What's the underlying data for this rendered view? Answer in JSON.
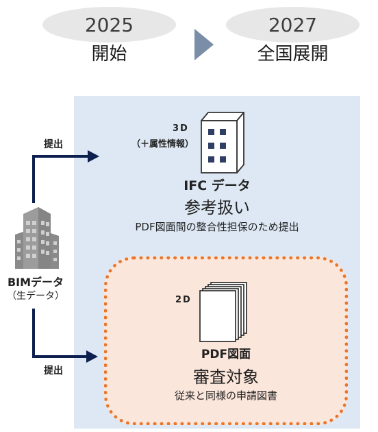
{
  "timeline": {
    "start": {
      "year": "2025",
      "label": "開始"
    },
    "end": {
      "year": "2027",
      "label": "全国展開"
    }
  },
  "source": {
    "title": "BIMデータ",
    "subtitle": "（生データ）"
  },
  "arrows": {
    "top_label": "提出",
    "bottom_label": "提出"
  },
  "ifc": {
    "dimension": "3D",
    "attribute_note": "（＋属性情報）",
    "title": "IFC データ",
    "status": "参考扱い",
    "description": "PDF図面間の整合性担保のため提出"
  },
  "pdf": {
    "dimension": "2D",
    "title": "PDF図面",
    "status": "審査対象",
    "description": "従来と同様の申請図書"
  },
  "colors": {
    "panel": "#dde8f4",
    "arrow": "#0d1f4f",
    "timeline_arrow": "#7b8ea8",
    "highlight_border": "#e8762c",
    "highlight_fill": "#fbe6db"
  }
}
